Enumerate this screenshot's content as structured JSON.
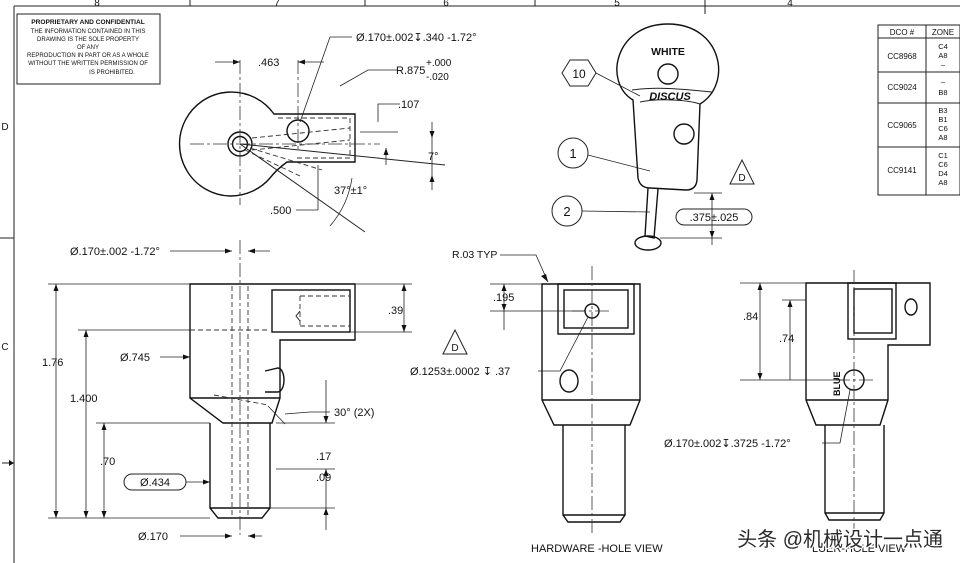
{
  "zone_columns": [
    "8",
    "7",
    "6",
    "5",
    "4"
  ],
  "zone_rows": [
    "D",
    "C"
  ],
  "proprietary": {
    "title": "PROPRIETARY AND CONFIDENTIAL",
    "lines": [
      "THE INFORMATION CONTAINED IN THIS",
      "DRAWING IS THE SOLE PROPERTY",
      "OF ANY",
      "REPRODUCTION IN PART OR AS A WHOLE",
      "WITHOUT THE WRITTEN PERMISSION OF",
      "IS PROHIBITED."
    ]
  },
  "dco_table": {
    "headers": [
      "DCO #",
      "ZONE"
    ],
    "rows": [
      {
        "dco": "CC8968",
        "zones": [
          "C4",
          "A8",
          "–"
        ]
      },
      {
        "dco": "CC9024",
        "zones": [
          "–",
          "B8"
        ]
      },
      {
        "dco": "CC9065",
        "zones": [
          "B3",
          "B1",
          "C6",
          "A8"
        ]
      },
      {
        "dco": "CC9141",
        "zones": [
          "C1",
          "C6",
          "D4",
          "A8"
        ]
      }
    ]
  },
  "top_view": {
    "d_463": ".463",
    "d_hole": "Ø.170±.002↧.340 -1.72°",
    "d_radius_base": "R.875",
    "d_radius_plus": "+.000",
    "d_radius_minus": "-.020",
    "d_107": ".107",
    "d_7deg": "7°",
    "d_37deg": "37°±1°",
    "d_500": ".500"
  },
  "iso_view": {
    "balloon_10": "10",
    "balloon_1": "1",
    "balloon_2": "2",
    "label_white": "WHITE",
    "label_discus": "DISCUS",
    "datum_d": "D",
    "d_375": ".375±.025"
  },
  "front_view": {
    "d_hole": "Ø.170±.002 -1.72°",
    "d_745": "Ø.745",
    "d_176": "1.76",
    "d_1400": "1.400",
    "d_070": ".70",
    "d_434": "Ø.434",
    "d_170": "Ø.170",
    "d_039": ".39",
    "d_30": "30° (2X)",
    "d_017": ".17",
    "d_009": ".09"
  },
  "hardware_view": {
    "r03": "R.03 TYP",
    "d_195": ".195",
    "datum_d": "D",
    "d_hole": "Ø.1253±.0002 ↧ .37",
    "caption": "HARDWARE -HOLE VIEW"
  },
  "luer_view": {
    "d_084": ".84",
    "d_074": ".74",
    "label_blue": "BLUE",
    "d_hole": "Ø.170±.002↧.3725 -1.72°",
    "caption": "LUER-HOLE VIEW"
  },
  "watermark": "头条 @机械设计一点通"
}
